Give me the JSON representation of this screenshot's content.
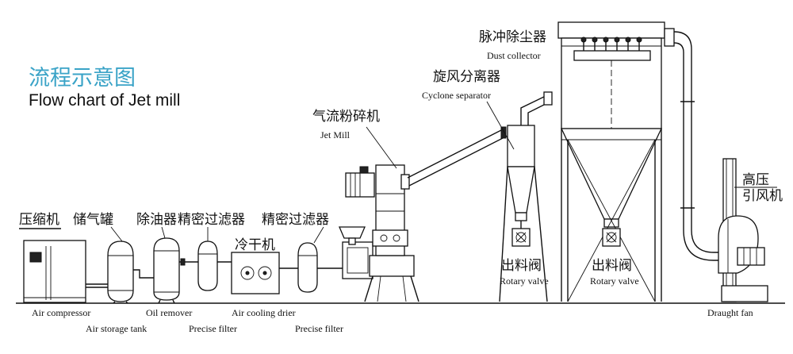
{
  "title": {
    "zh": "流程示意图",
    "en": "Flow chart of Jet mill"
  },
  "labels": {
    "compressor_zh": "压缩机",
    "compressor_en": "Air compressor",
    "storage_zh": "储气罐",
    "storage_en": "Air storage tank",
    "oil_zh": "除油器",
    "oil_en": "Oil remover",
    "filter1_zh": "精密过滤器",
    "filter1_en": "Precise filter",
    "drier_zh": "冷干机",
    "drier_en": "Air cooling drier",
    "filter2_zh": "精密过滤器",
    "filter2_en": "Precise filter",
    "jetmill_zh": "气流粉碎机",
    "jetmill_en": "Jet Mill",
    "cyclone_zh": "旋风分离器",
    "cyclone_en": "Cyclone separator",
    "dust_zh": "脉冲除尘器",
    "dust_en": "Dust collector",
    "valve1_zh": "出料阀",
    "valve1_en": "Rotary valve",
    "valve2_zh": "出料阀",
    "valve2_en": "Rotary valve",
    "fan_zh_1": "高压",
    "fan_zh_2": "引风机",
    "fan_en": "Draught fan"
  }
}
